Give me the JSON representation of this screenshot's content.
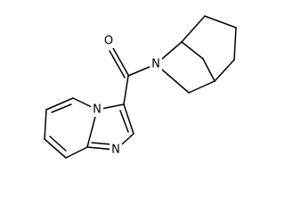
{
  "molecule": {
    "atom_labels": {
      "oxygen": "O",
      "amide_nitrogen": "N",
      "bridgehead_nitrogen": "N",
      "imidazole_nitrogen": "N"
    }
  }
}
